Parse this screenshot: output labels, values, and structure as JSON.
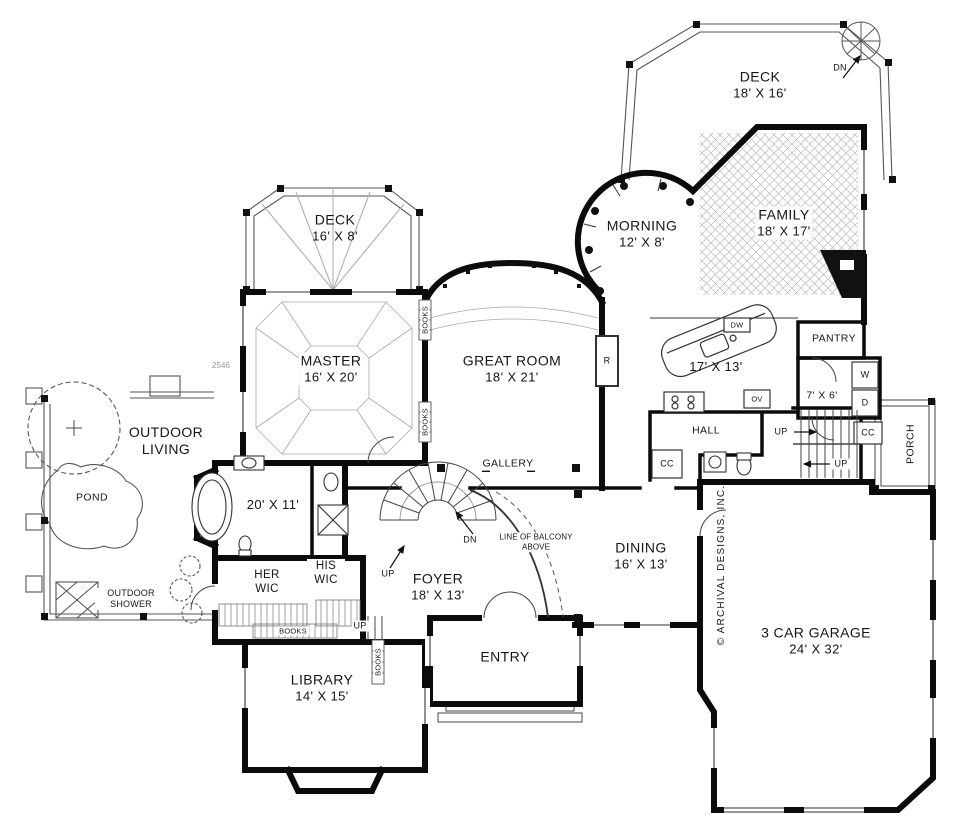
{
  "plan": {
    "number": "2546",
    "copyright": "© ARCHIVAL DESIGNS, INC.",
    "notes": {
      "balcony": "LINE OF BALCONY ABOVE"
    },
    "markers": {
      "up": "UP",
      "dn": "DN",
      "cc": "CC",
      "r": "R",
      "dw": "DW",
      "ov": "OV",
      "w": "W",
      "d": "D",
      "books": "BOOKS"
    },
    "rooms": [
      {
        "name": "DECK",
        "dims": "18' X 16'"
      },
      {
        "name": "DECK",
        "dims": "16' X 8'"
      },
      {
        "name": "MORNING",
        "dims": "12' X 8'"
      },
      {
        "name": "FAMILY",
        "dims": "18' X 17'"
      },
      {
        "name": "MASTER",
        "dims": "16' X 20'"
      },
      {
        "name": "GREAT ROOM",
        "dims": "18' X 21'"
      },
      {
        "name": "",
        "dims": "17' X 13'"
      },
      {
        "name": "PANTRY",
        "dims": ""
      },
      {
        "name": "",
        "dims": "7' X 6'"
      },
      {
        "name": "HALL",
        "dims": ""
      },
      {
        "name": "PORCH",
        "dims": ""
      },
      {
        "name": "OUTDOOR LIVING",
        "dims": ""
      },
      {
        "name": "POND",
        "dims": ""
      },
      {
        "name": "GALLERY",
        "dims": ""
      },
      {
        "name": "",
        "dims": "20' X 11'"
      },
      {
        "name": "DINING",
        "dims": "16' X 13'"
      },
      {
        "name": "FOYER",
        "dims": "18' X 13'"
      },
      {
        "name": "HER WIC",
        "dims": ""
      },
      {
        "name": "HIS WIC",
        "dims": ""
      },
      {
        "name": "OUTDOOR SHOWER",
        "dims": ""
      },
      {
        "name": "LIBRARY",
        "dims": "14' X 15'"
      },
      {
        "name": "ENTRY",
        "dims": ""
      },
      {
        "name": "3 CAR GARAGE",
        "dims": "24' X 32'"
      }
    ]
  }
}
